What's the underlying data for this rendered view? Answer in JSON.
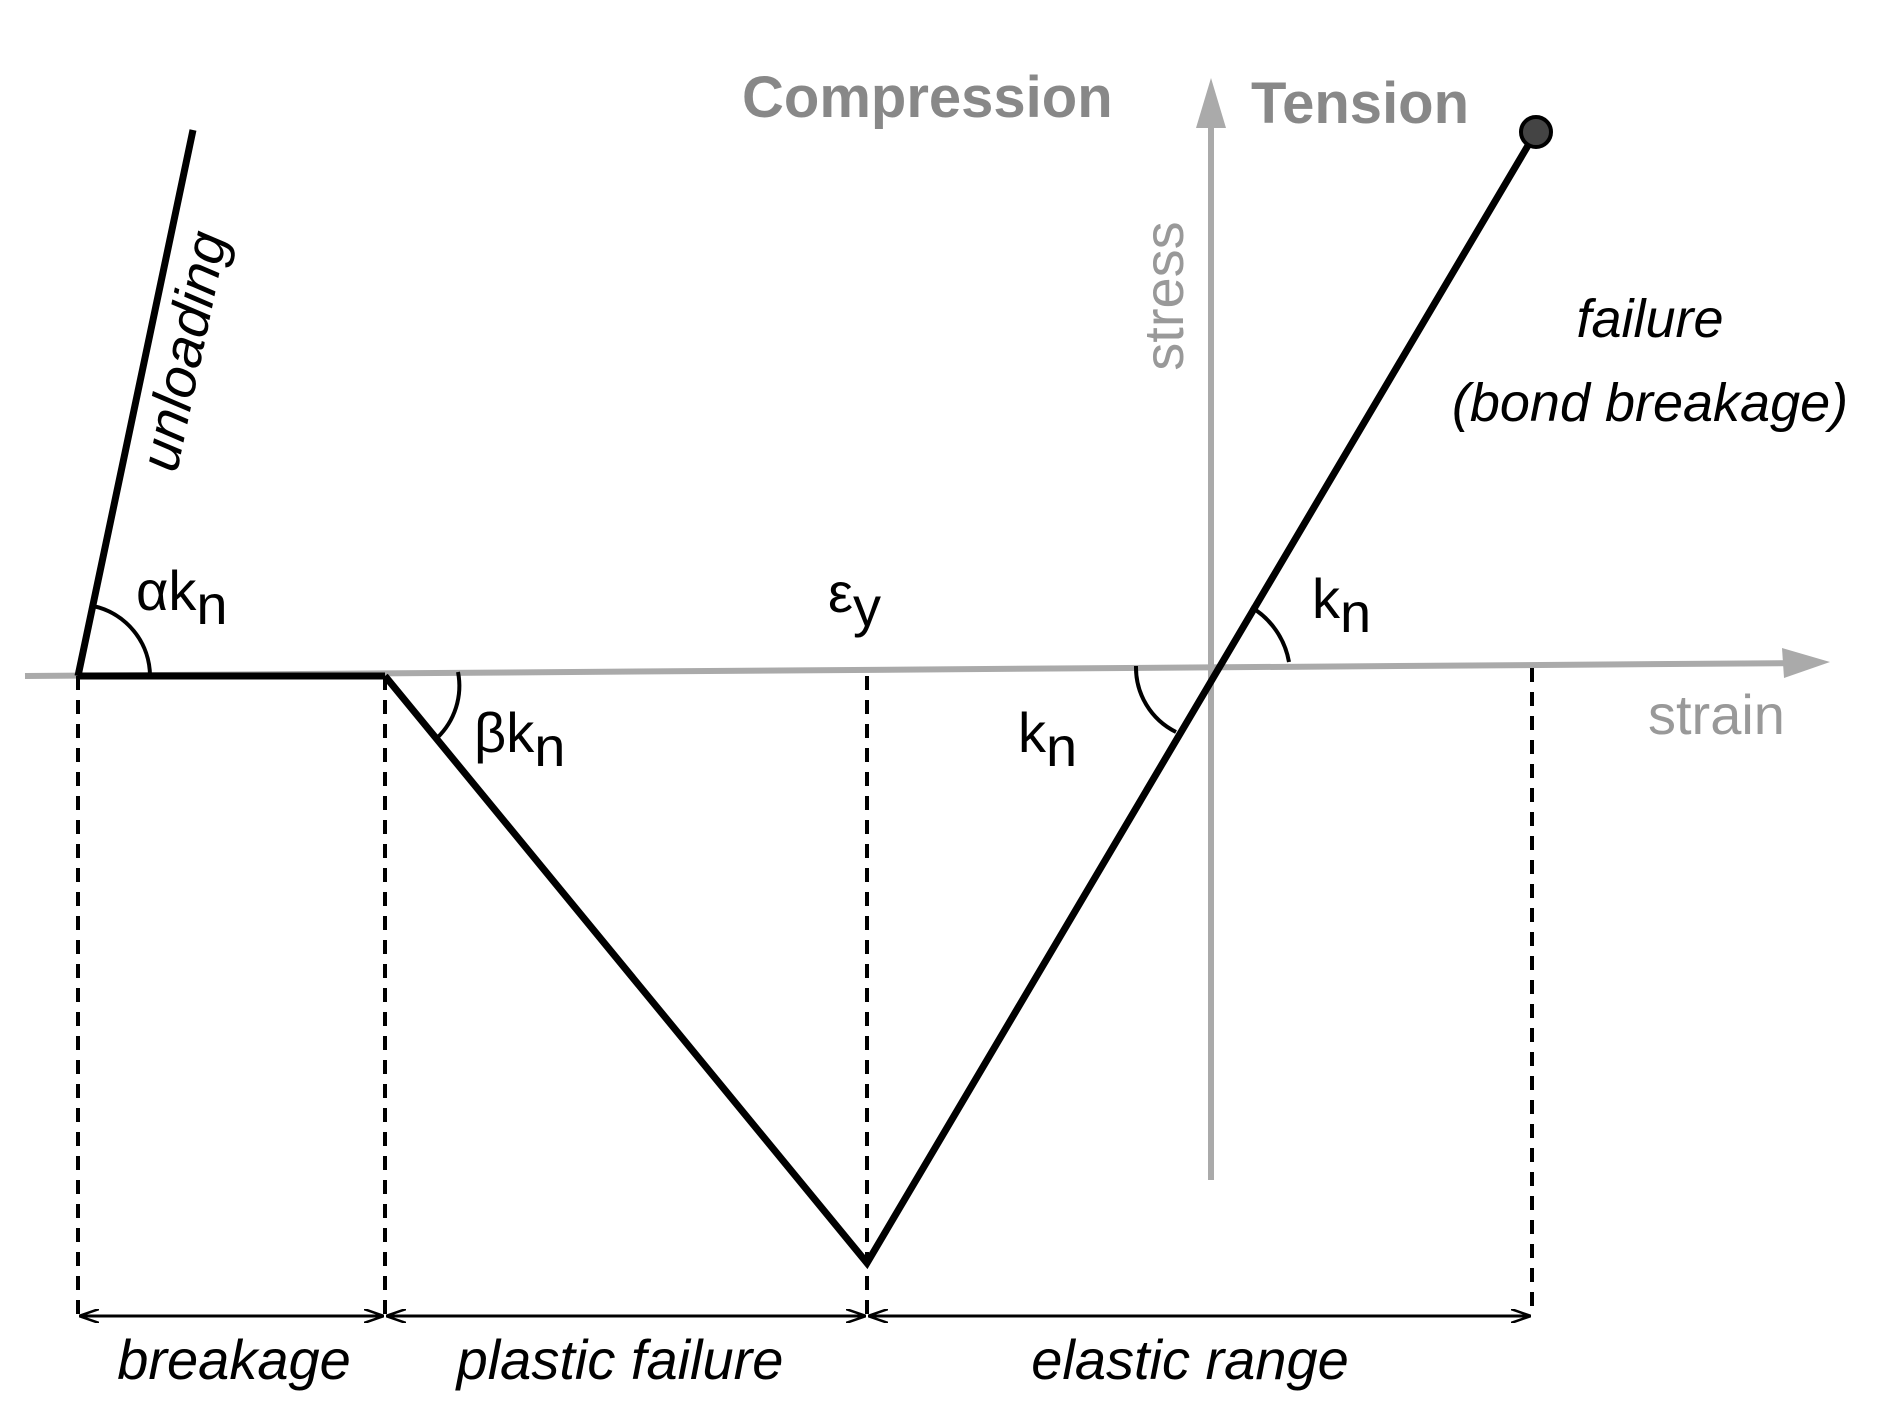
{
  "labels": {
    "compression": "Compression",
    "tension": "Tension",
    "stress": "stress",
    "strain": "strain",
    "unloading": "unloading",
    "failure_line1": "failure",
    "failure_line2": "(bond breakage)",
    "epsilon_y": {
      "main": "ε",
      "sub": "y"
    },
    "alpha_kn": {
      "main": "αk",
      "sub": "n"
    },
    "beta_kn": {
      "main": "βk",
      "sub": "n"
    },
    "kn_upper": {
      "main": "k",
      "sub": "n"
    },
    "kn_lower": {
      "main": "k",
      "sub": "n"
    }
  },
  "ranges": {
    "breakage": "breakage",
    "plastic_failure": "plastic failure",
    "elastic_range": "elastic range"
  },
  "colors": {
    "curve": "#000000",
    "axes": "#aaaaaa",
    "axis_labels": "#888888",
    "failure_point": "#444444"
  }
}
